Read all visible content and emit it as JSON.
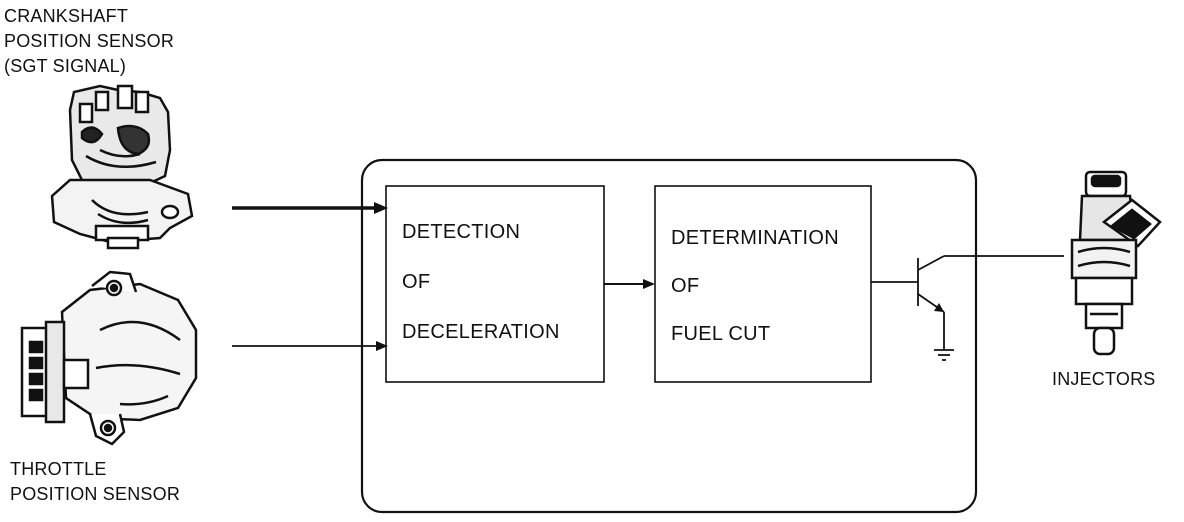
{
  "crankshaft_sensor": {
    "line1": "CRANKSHAFT",
    "line2": "POSITION SENSOR",
    "line3": "(SGT SIGNAL)",
    "icon": "crankshaft-sensor-icon"
  },
  "throttle_sensor": {
    "line1": "THROTTLE",
    "line2": "POSITION SENSOR",
    "icon": "throttle-sensor-icon"
  },
  "detection_block": {
    "line1": "DETECTION",
    "line2": "OF",
    "line3": "DECELERATION"
  },
  "determination_block": {
    "line1": "DETERMINATION",
    "line2": "OF",
    "line3": "FUEL CUT"
  },
  "injectors": {
    "label": "INJECTORS",
    "icon": "injector-icon"
  },
  "output_stage": {
    "icon": "transistor-icon",
    "ground_icon": "ground-icon"
  }
}
